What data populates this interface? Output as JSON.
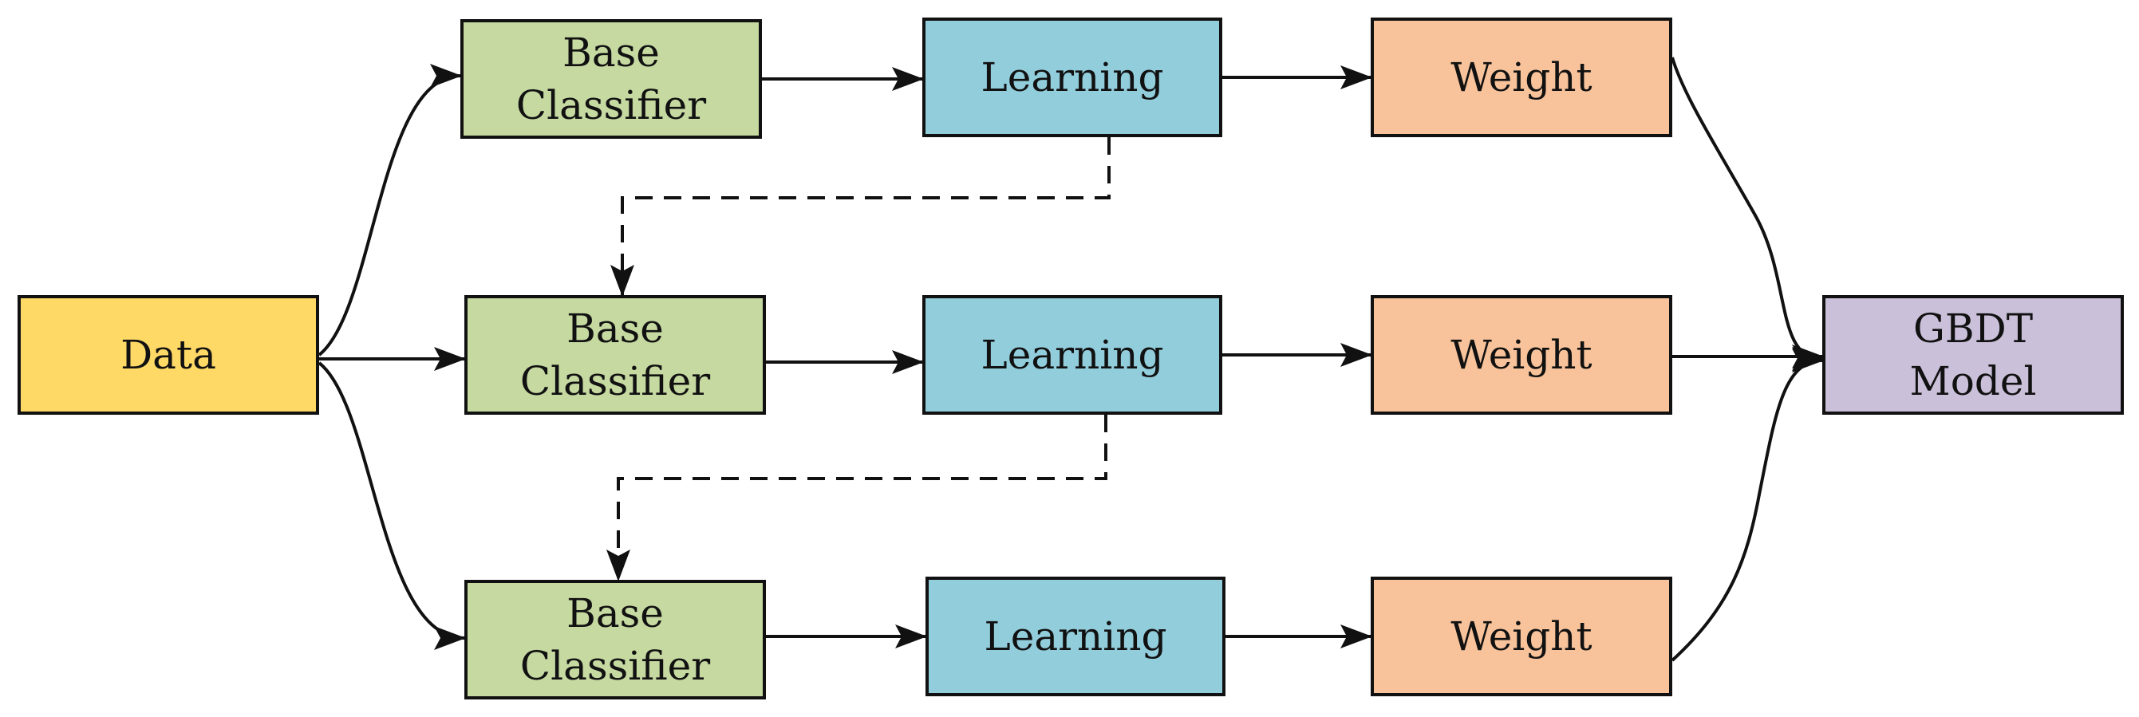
{
  "colors": {
    "data": "#ffd966",
    "base_classifier": "#c5d9a1",
    "learning": "#92cddc",
    "weight": "#f8c39b",
    "model": "#cbc0da",
    "line": "#111111"
  },
  "nodes": {
    "data": {
      "lines": [
        "Data"
      ]
    },
    "base_1": {
      "lines": [
        "Base",
        "Classifier"
      ]
    },
    "base_2": {
      "lines": [
        "Base",
        "Classifier"
      ]
    },
    "base_3": {
      "lines": [
        "Base",
        "Classifier"
      ]
    },
    "learning_1": {
      "lines": [
        "Learning"
      ]
    },
    "learning_2": {
      "lines": [
        "Learning"
      ]
    },
    "learning_3": {
      "lines": [
        "Learning"
      ]
    },
    "weight_1": {
      "lines": [
        "Weight"
      ]
    },
    "weight_2": {
      "lines": [
        "Weight"
      ]
    },
    "weight_3": {
      "lines": [
        "Weight"
      ]
    },
    "model": {
      "lines": [
        "GBDT",
        "Model"
      ]
    }
  },
  "edges": [
    {
      "from": "data",
      "to": "base_1",
      "style": "solid"
    },
    {
      "from": "data",
      "to": "base_2",
      "style": "solid"
    },
    {
      "from": "data",
      "to": "base_3",
      "style": "solid"
    },
    {
      "from": "base_1",
      "to": "learning_1",
      "style": "solid"
    },
    {
      "from": "base_2",
      "to": "learning_2",
      "style": "solid"
    },
    {
      "from": "base_3",
      "to": "learning_3",
      "style": "solid"
    },
    {
      "from": "learning_1",
      "to": "weight_1",
      "style": "solid"
    },
    {
      "from": "learning_2",
      "to": "weight_2",
      "style": "solid"
    },
    {
      "from": "learning_3",
      "to": "weight_3",
      "style": "solid"
    },
    {
      "from": "learning_1",
      "to": "base_2",
      "style": "dashed"
    },
    {
      "from": "learning_2",
      "to": "base_3",
      "style": "dashed"
    },
    {
      "from": "weight_1",
      "to": "model",
      "style": "solid"
    },
    {
      "from": "weight_2",
      "to": "model",
      "style": "solid"
    },
    {
      "from": "weight_3",
      "to": "model",
      "style": "solid"
    }
  ]
}
